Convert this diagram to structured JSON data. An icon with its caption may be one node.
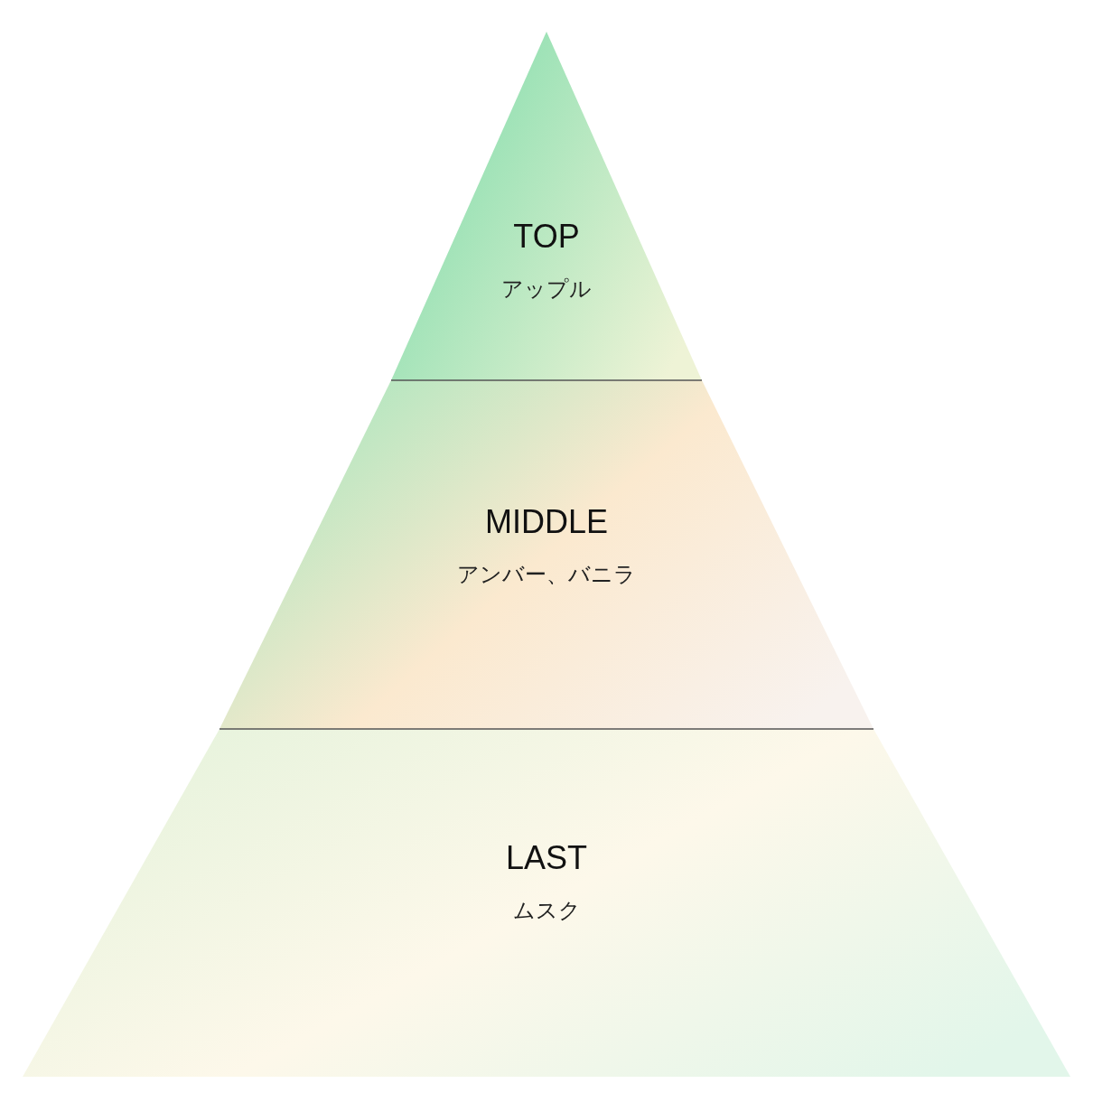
{
  "diagram": {
    "nodes": [
      {
        "text": [
          "TOP",
          "アップル"
        ]
      },
      {
        "text": [
          "MIDDLE",
          "アンバー、バニラ"
        ]
      },
      {
        "text": [
          "LAST",
          "ムスク"
        ]
      }
    ]
  }
}
